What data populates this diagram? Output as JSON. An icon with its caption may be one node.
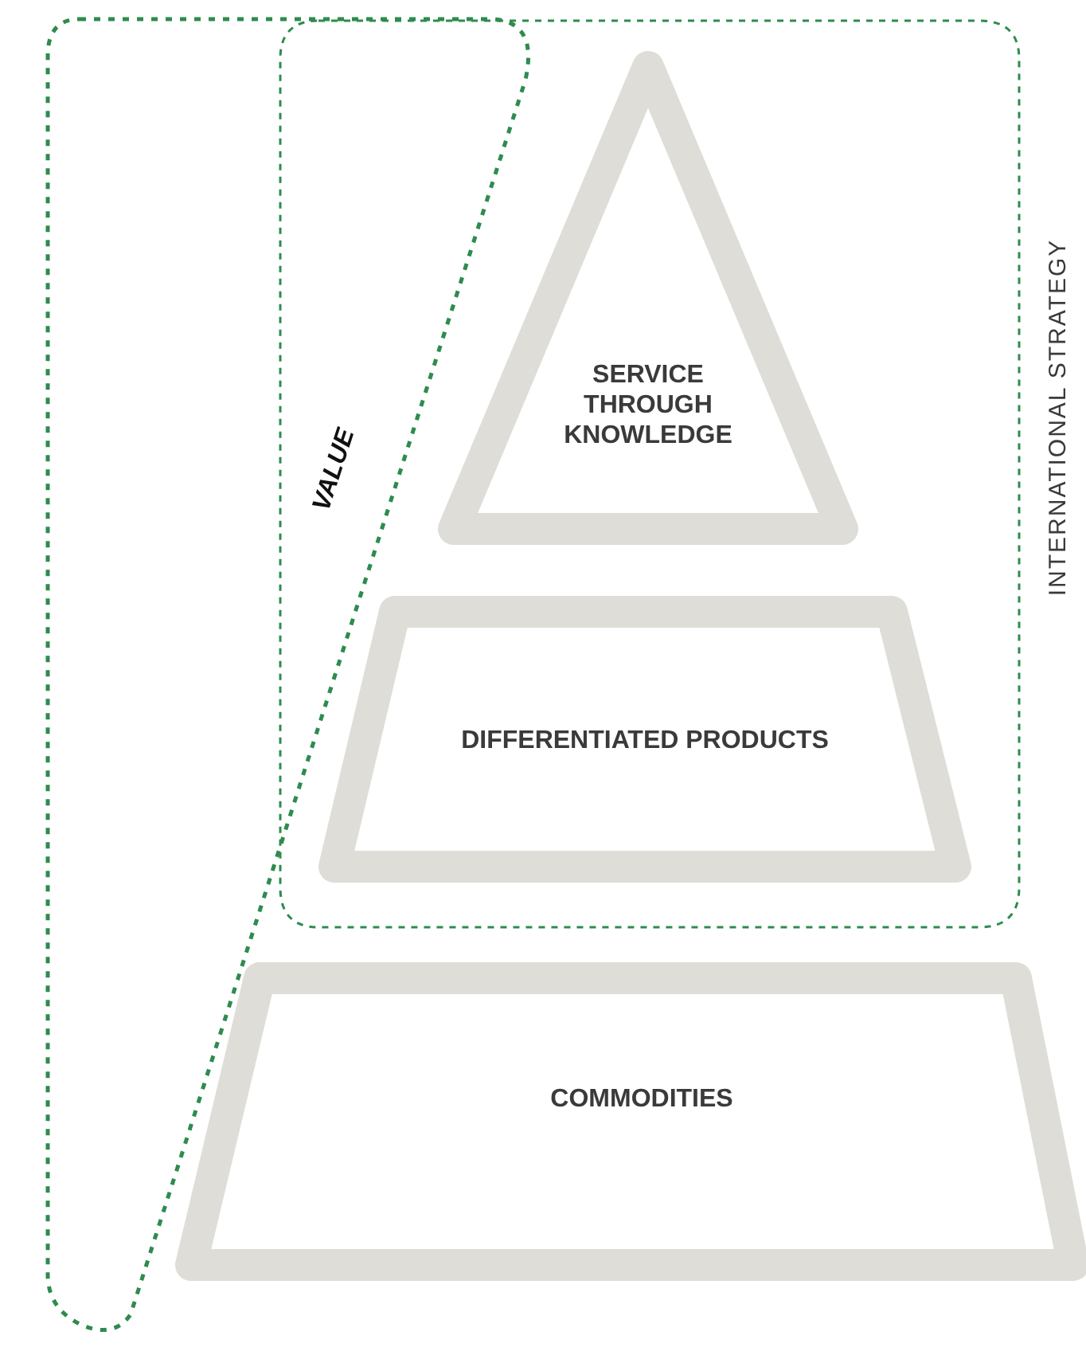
{
  "diagram": {
    "nodes": [
      {
        "text": [
          "VALUE"
        ]
      },
      {
        "text": [
          "INTERNATIONAL STRATEGY"
        ]
      },
      {
        "text": [
          "SERVICE THROUGH KNOWLEDGE"
        ],
        "in": 1
      },
      {
        "text": [
          "DIFFERENTIATED PRODUCTS"
        ],
        "in": 1
      },
      {
        "text": [
          "COMMODITIES"
        ]
      }
    ]
  }
}
